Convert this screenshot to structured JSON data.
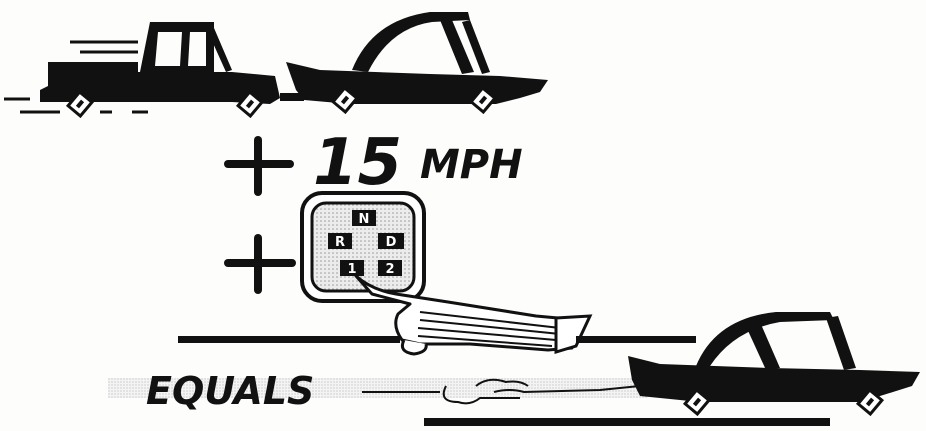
{
  "illustration": {
    "speed_number": "15",
    "speed_unit": "MPH",
    "result_word": "EQUALS",
    "operator_plus": "+",
    "shift_keys": [
      "N",
      "R",
      "D",
      "1",
      "2"
    ],
    "colors": {
      "ink": "#111111",
      "paper": "#fdfdfb",
      "tone": "#d4d4d4"
    }
  }
}
